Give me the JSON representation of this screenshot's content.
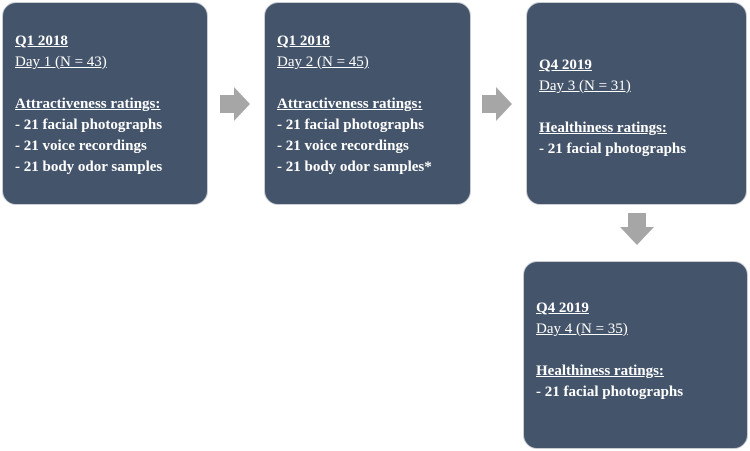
{
  "boxes": [
    {
      "period": "Q1 2018",
      "day": "Day 1 (N = 43)",
      "heading": "Attractiveness ratings:",
      "items": [
        "- 21 facial photographs",
        "- 21 voice recordings",
        "- 21 body odor samples"
      ]
    },
    {
      "period": "Q1 2018",
      "day": "Day 2 (N = 45)",
      "heading": "Attractiveness ratings:",
      "items": [
        "- 21 facial photographs",
        "- 21 voice recordings",
        "- 21 body odor samples*"
      ]
    },
    {
      "period": "Q4 2019",
      "day": "Day 3 (N = 31)",
      "heading": "Healthiness ratings:",
      "items": [
        "- 21 facial photographs"
      ]
    },
    {
      "period": "Q4 2019",
      "day": "Day 4 (N = 35)",
      "heading": "Healthiness ratings:",
      "items": [
        "- 21 facial photographs"
      ]
    }
  ],
  "colors": {
    "box_fill": "#44546a",
    "box_border": "#c9cdd3",
    "arrow": "#a6a6a6",
    "text": "#ffffff"
  },
  "icons": [
    "arrow-right-icon",
    "arrow-right-icon",
    "arrow-down-icon"
  ]
}
